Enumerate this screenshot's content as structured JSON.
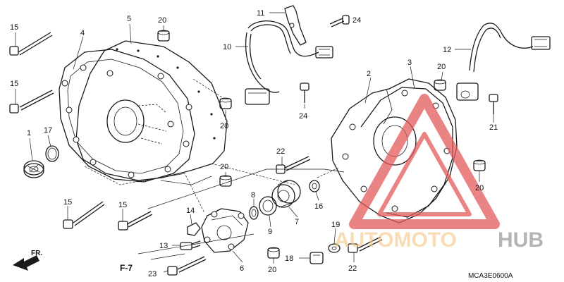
{
  "callouts": [
    {
      "id": "c1",
      "text": "1"
    },
    {
      "id": "c2",
      "text": "2"
    },
    {
      "id": "c3",
      "text": "3"
    },
    {
      "id": "c4",
      "text": "4"
    },
    {
      "id": "c5",
      "text": "5"
    },
    {
      "id": "c6",
      "text": "6"
    },
    {
      "id": "c7",
      "text": "7"
    },
    {
      "id": "c8",
      "text": "8"
    },
    {
      "id": "c9",
      "text": "9"
    },
    {
      "id": "c10",
      "text": "10"
    },
    {
      "id": "c11",
      "text": "11"
    },
    {
      "id": "c12",
      "text": "12"
    },
    {
      "id": "c13",
      "text": "13"
    },
    {
      "id": "c14",
      "text": "14"
    },
    {
      "id": "c15a",
      "text": "15"
    },
    {
      "id": "c15b",
      "text": "15"
    },
    {
      "id": "c15c",
      "text": "15"
    },
    {
      "id": "c15d",
      "text": "15"
    },
    {
      "id": "c16",
      "text": "16"
    },
    {
      "id": "c17",
      "text": "17"
    },
    {
      "id": "c18",
      "text": "18"
    },
    {
      "id": "c19",
      "text": "19"
    },
    {
      "id": "c20a",
      "text": "20"
    },
    {
      "id": "c20b",
      "text": "20"
    },
    {
      "id": "c20c",
      "text": "20"
    },
    {
      "id": "c20d",
      "text": "20"
    },
    {
      "id": "c20e",
      "text": "20"
    },
    {
      "id": "c20f",
      "text": "20"
    },
    {
      "id": "c21",
      "text": "21"
    },
    {
      "id": "c22a",
      "text": "22"
    },
    {
      "id": "c22b",
      "text": "22"
    },
    {
      "id": "c23",
      "text": "23"
    },
    {
      "id": "c24a",
      "text": "24"
    },
    {
      "id": "c24b",
      "text": "24"
    }
  ],
  "fr_label": "FR.",
  "f7_label": "F-7",
  "diagram_code": "MCA3E0600A",
  "watermark": {
    "part_a": "AUTOMOTO",
    "part_b": "HUB",
    "color_a": "#f2c98a",
    "color_b": "#8a8a8a",
    "triangle_color": "#e35a5a"
  }
}
